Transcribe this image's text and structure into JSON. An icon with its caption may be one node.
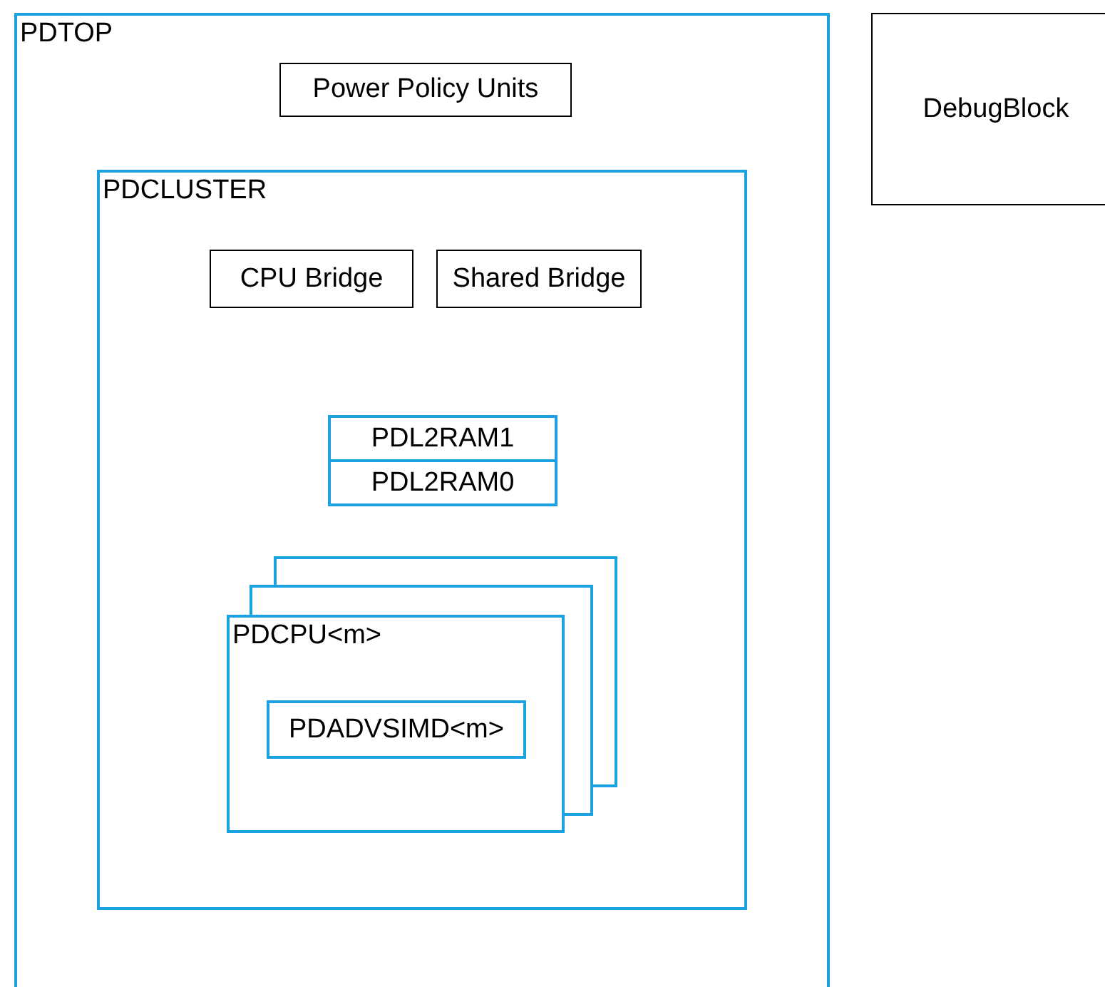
{
  "diagram": {
    "nodes": [
      {
        "text": [
          "PDTOP"
        ]
      },
      {
        "text": [
          "Power Policy Units"
        ],
        "in": 0
      },
      {
        "text": [
          "PDCLUSTER"
        ],
        "in": 0
      },
      {
        "text": [
          "CPU Bridge"
        ],
        "in": 2
      },
      {
        "text": [
          "Shared Bridge"
        ],
        "in": 2
      },
      {
        "text": [
          "PDL2RAM1"
        ],
        "in": 2
      },
      {
        "text": [
          "PDL2RAM0"
        ],
        "in": 2
      },
      {
        "text": [
          "PDCPU<m>"
        ],
        "in": 2
      },
      {
        "text": [
          "PDADVSIMD<m>"
        ],
        "in": 7
      },
      {
        "text": [
          "DebugBlock"
        ]
      }
    ],
    "edges": []
  }
}
